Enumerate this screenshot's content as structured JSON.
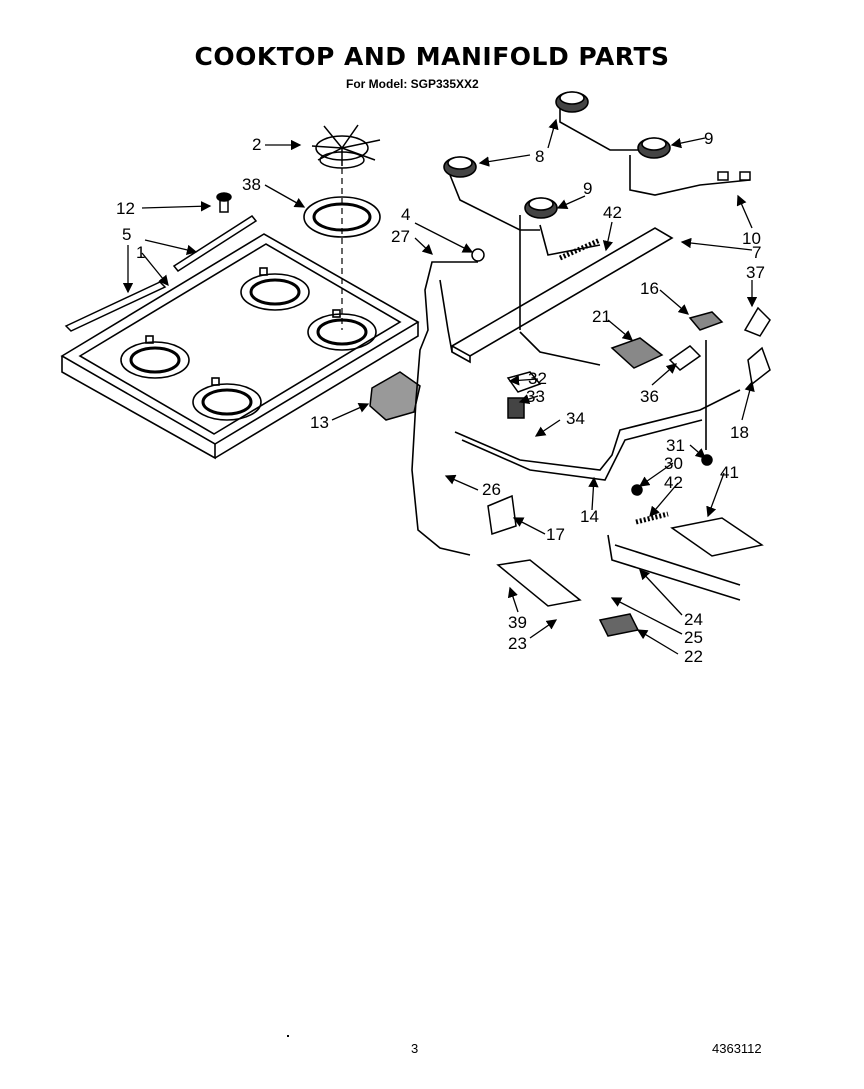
{
  "title": "COOKTOP AND MANIFOLD PARTS",
  "subtitle": "For Model: SGP335XX2",
  "page_number": "3",
  "document_number": "4363112",
  "callouts": [
    "2",
    "8",
    "9",
    "9",
    "38",
    "12",
    "4",
    "42",
    "27",
    "5",
    "1",
    "7",
    "37",
    "16",
    "21",
    "32",
    "33",
    "36",
    "34",
    "13",
    "18",
    "31",
    "30",
    "42",
    "26",
    "41",
    "17",
    "14",
    "24",
    "39",
    "25",
    "23",
    "22",
    "10"
  ]
}
